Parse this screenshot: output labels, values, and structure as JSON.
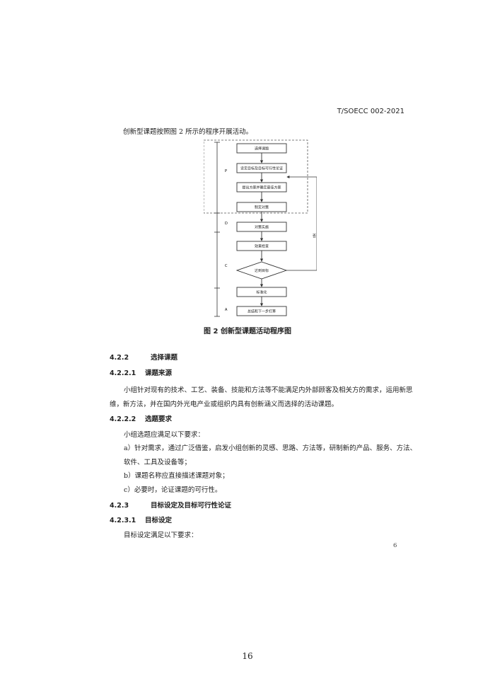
{
  "header": {
    "doc_id": "T/SOECC 002-2021"
  },
  "intro": "创新型课题按照图 2 所示的程序开展活动。",
  "figure": {
    "caption": "图 2  创新型课题活动程序图",
    "steps": [
      "选择课题",
      "设定目标及目标可行性论证",
      "提出方案并确定最佳方案",
      "制定对策",
      "对策实施",
      "效果检查",
      "达到目标",
      "标准化",
      "总结和下一步打算"
    ],
    "phase_labels": [
      "P",
      "D",
      "C",
      "A"
    ],
    "branch_label": "否"
  },
  "sections": {
    "s422": {
      "num": "4.2.2",
      "title": "选择课题"
    },
    "s4221": {
      "num": "4.2.2.1",
      "title": "课题来源"
    },
    "p4221": [
      "小组针对现有的技术、工艺、装备、技能和方法等不能满足内外部顾客及相关方的需求，运用新思",
      "维，新方法，并在国内外光电产业或组织内具有创新涵义而选择的活动课题。"
    ],
    "s4222": {
      "num": "4.2.2.2",
      "title": "选题要求"
    },
    "p4222_intro": "小组选题应满足以下要求：",
    "p4222_a": [
      "a）针对需求，通过广泛借鉴，启发小组创新的灵感、思路、方法等，研制新的产品、服务、方法、",
      "软件、工具及设备等；"
    ],
    "p4222_b": "b）课题名称应直接描述课题对象；",
    "p4222_c": "c）必要时，论证课题的可行性。",
    "s423": {
      "num": "4.2.3",
      "title": "目标设定及目标可行性论证"
    },
    "s4231": {
      "num": "4.2.3.1",
      "title": "目标设定"
    },
    "p4231": "目标设定满足以下要求："
  },
  "page_mid": "6",
  "page_num": "16"
}
